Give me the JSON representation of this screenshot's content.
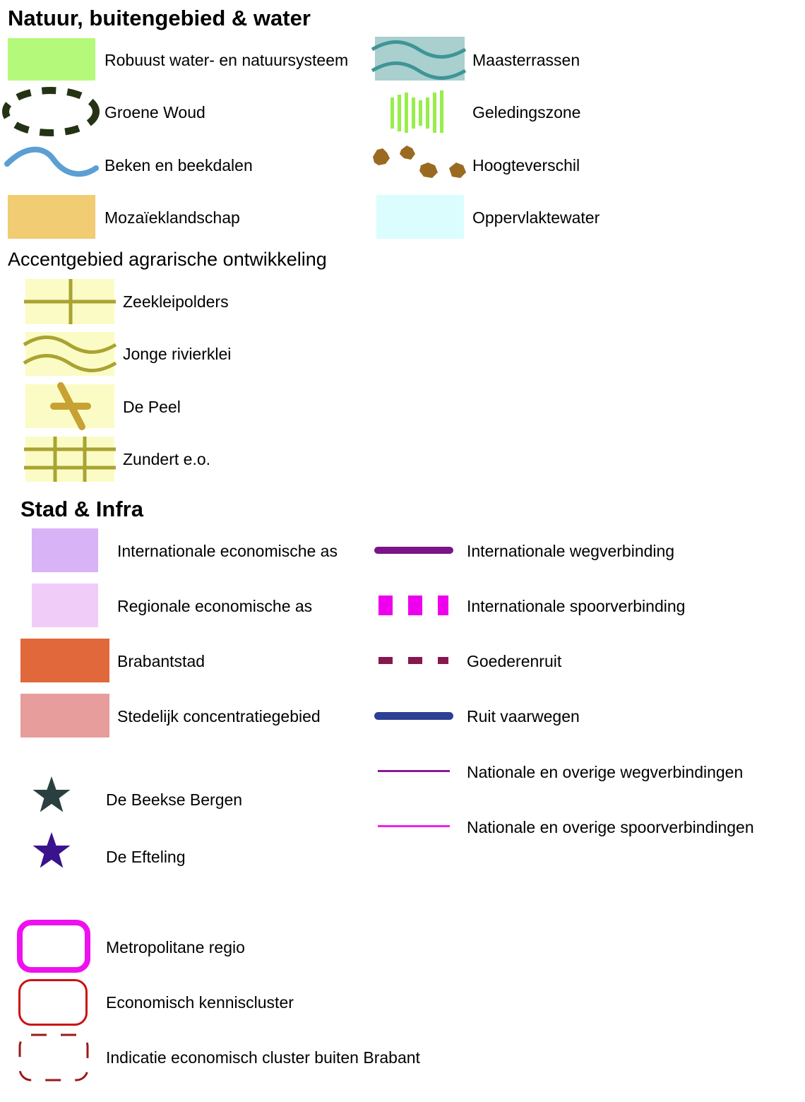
{
  "sections": {
    "natuur": "Natuur, buitengebied & water",
    "agrarisch": "Accentgebied agrarische ontwikkeling",
    "stad": "Stad & Infra"
  },
  "items": {
    "robuust": "Robuust water- en natuursysteem",
    "maasterrassen": "Maasterrassen",
    "groene_woud": "Groene Woud",
    "geledingszone": "Geledingszone",
    "beken": "Beken en beekdalen",
    "hoogteverschil": "Hoogteverschil",
    "mozaiek": "Mozaïeklandschap",
    "oppervlaktewater": "Oppervlaktewater",
    "zeeklei": "Zeekleipolders",
    "jonge_rivierklei": "Jonge rivierklei",
    "de_peel": "De Peel",
    "zundert": "Zundert e.o.",
    "int_econ_as": "Internationale economische as",
    "int_weg": "Internationale wegverbinding",
    "reg_econ_as": "Regionale economische as",
    "int_spoor": "Internationale spoorverbinding",
    "brabantstad": "Brabantstad",
    "goederenruit": "Goederenruit",
    "stedelijk": "Stedelijk concentratiegebied",
    "ruit_vaarwegen": "Ruit vaarwegen",
    "nat_weg": "Nationale en overige wegverbindingen",
    "beekse_bergen": "De Beekse Bergen",
    "nat_spoor": "Nationale en overige spoorverbindingen",
    "efteling": "De Efteling",
    "metropolitane": "Metropolitane regio",
    "kenniscluster": "Economisch kenniscluster",
    "indicatie_cluster": "Indicatie economisch cluster buiten Brabant"
  },
  "colors": {
    "robuust": "#b5f97b",
    "maasterrassen_fill": "#a9cfcf",
    "maasterrassen_line": "#3e9595",
    "groene_woud": "#243314",
    "geledingszone": "#98ee4a",
    "beken": "#5b9fd3",
    "hoogteverschil": "#9a6a23",
    "mozaiek": "#f1cc72",
    "oppervlaktewater": "#dbfdfd",
    "agrarisch_fill": "#fbfbc5",
    "agrarisch_line": "#a9a332",
    "peel_line": "#c7a132",
    "int_econ_as": "#d8b4f6",
    "reg_econ_as": "#f0cdf8",
    "brabantstad": "#e0683b",
    "stedelijk": "#e79d9c",
    "int_weg": "#7a1488",
    "int_spoor": "#ee00ee",
    "goederenruit": "#88164f",
    "ruit_vaarwegen": "#2b3f94",
    "nat_weg": "#8a1a9a",
    "nat_spoor": "#ee22ee",
    "beekse_bergen": "#2a4040",
    "efteling": "#3b128e",
    "metropolitane": "#ee11ee",
    "kenniscluster": "#cc1111",
    "indicatie_cluster": "#9a1a1a"
  }
}
